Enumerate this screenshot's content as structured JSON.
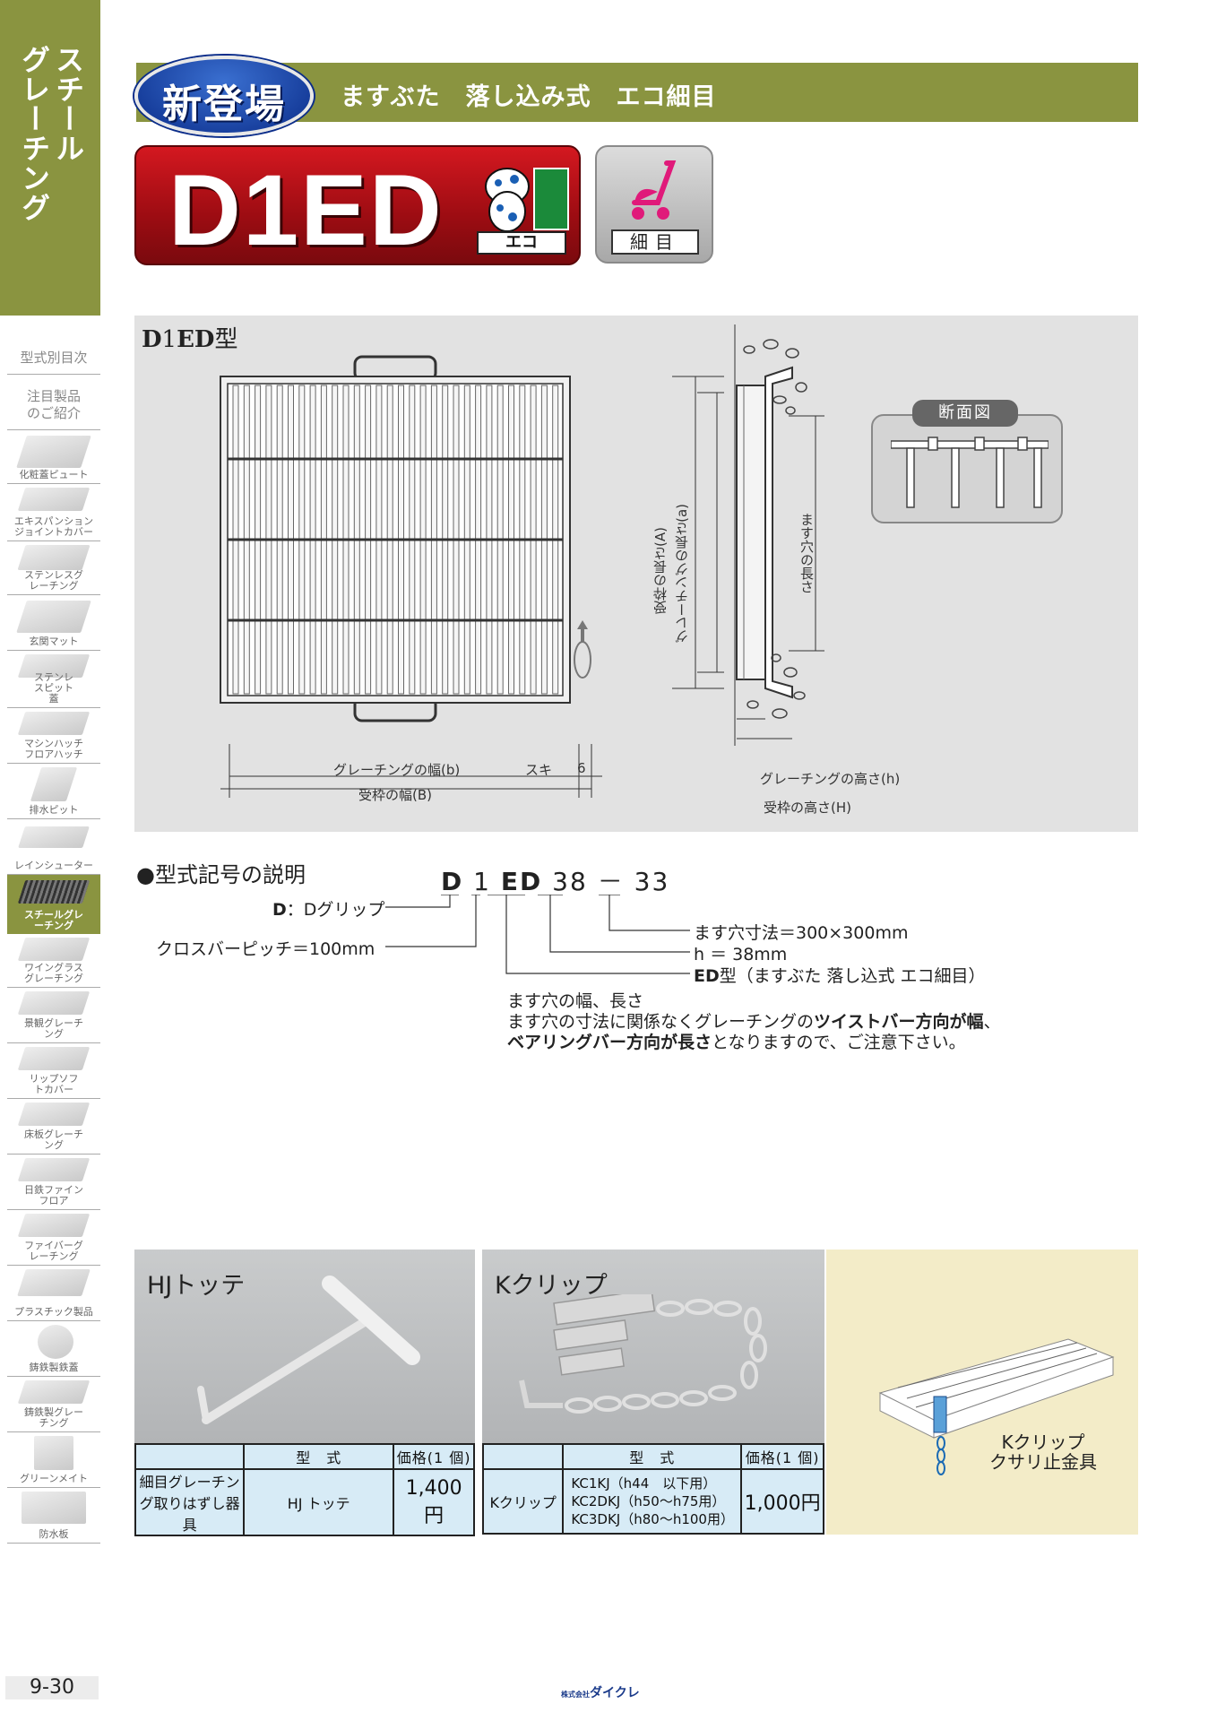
{
  "sidebar": {
    "category_title_line1": "スチール",
    "category_title_line2": "グレーチング",
    "items": [
      {
        "label": "型式別目次"
      },
      {
        "label": "注目製品のご紹介"
      },
      {
        "label": "化粧蓋ピュート"
      },
      {
        "label": "エキスパンションジョイントカバー"
      },
      {
        "label": "ステンレスグレーチング"
      },
      {
        "label": "玄関マット"
      },
      {
        "label": "ステンレスピット蓋"
      },
      {
        "label": "マシンハッチフロアハッチ"
      },
      {
        "label": "排水ピット"
      },
      {
        "label": "レインシューター"
      },
      {
        "label": "スチールグレーチング"
      },
      {
        "label": "ワイングラスグレーチング"
      },
      {
        "label": "景観グレーチング"
      },
      {
        "label": "リップソフトカバー"
      },
      {
        "label": "床板グレーチング"
      },
      {
        "label": "日鉄ファインフロア"
      },
      {
        "label": "ファイバーグレーチング"
      },
      {
        "label": "プラスチック製品"
      },
      {
        "label": "鋳鉄製鉄蓋"
      },
      {
        "label": "鋳鉄製グレーチング"
      },
      {
        "label": "グリーンメイト"
      },
      {
        "label": "防水板"
      }
    ]
  },
  "header": {
    "new_badge": "新登場",
    "subtitle": "ますぶた　落し込み式　エコ細目",
    "model": "D1ED",
    "eco_label": "エコ",
    "eco_mark": "エコ",
    "fine_label": "細目"
  },
  "diagram": {
    "title_bold_d": "D",
    "title_mid": "1",
    "title_bold_ed": "ED",
    "title_suffix": "型",
    "label_grating_width": "グレーチングの幅(b)",
    "label_gap": "スキ",
    "label_gap_value": "6",
    "label_frame_width": "受枠の幅(B)",
    "label_frame_length": "受枠の長さ(A)",
    "label_grating_length": "グレーチングの長さ(a)",
    "label_hole_length": "ます穴の長さ",
    "label_grating_height": "グレーチングの高さ(h)",
    "label_frame_height": "受枠の高さ(H)",
    "section_title": "断面図"
  },
  "model_code": {
    "heading": "●型式記号の説明",
    "code_d": "D",
    "code_1": "1",
    "code_ed": "ED",
    "code_38": "38",
    "code_dash": "－",
    "code_33": "33",
    "note_d_bold": "D",
    "note_d": "：Dグリップ",
    "note_pitch": "クロスバーピッチ＝100mm",
    "note_size": "ます穴寸法＝300×300mm",
    "note_h": "h ＝ 38mm",
    "note_ed_bold": "ED",
    "note_ed": "型（ますぶた 落し込式 エコ細目）",
    "note_title": "ます穴の幅、長さ",
    "note_line2_a": "ます穴の寸法に関係なくグレーチングの",
    "note_line2_b": "ツイストバー方向が幅",
    "note_line2_c": "、",
    "note_line3_a": "ベアリングバー方向が長さ",
    "note_line3_b": "となりますので、ご注意下さい。"
  },
  "accessories": {
    "hj": {
      "title": "HJトッテ",
      "col_type": "型　式",
      "col_price": "価格(1 個)",
      "row_name": "細目グレーチング取りはずし器具",
      "row_type": "HJ トッテ",
      "row_price": "1,400 円"
    },
    "kclip": {
      "title": "Kクリップ",
      "col_type": "型　式",
      "col_price": "価格(1 個)",
      "row_name": "Kクリップ",
      "type1": "KC1KJ（h44　以下用）",
      "type2": "KC2DKJ（h50～h75用）",
      "type3": "KC3DKJ（h80～h100用）",
      "row_price": "1,000円"
    },
    "illustration_label1": "Kクリップ",
    "illustration_label2": "クサリ止金具"
  },
  "footer": {
    "page_number": "9-30",
    "brand_prefix": "株式会社",
    "brand": "ダイクレ"
  }
}
